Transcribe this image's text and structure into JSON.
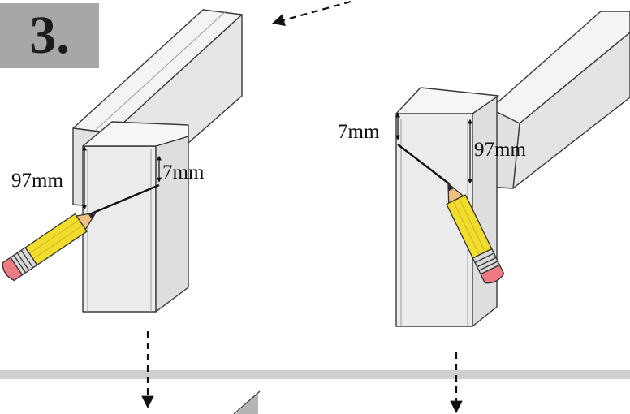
{
  "step": {
    "number": "3."
  },
  "left_figure": {
    "long_mark": "97mm",
    "short_mark": "7mm"
  },
  "right_figure": {
    "short_mark": "7mm",
    "long_mark": "97mm"
  },
  "colors": {
    "badge": "#a7a7a7",
    "beam_fill": "#eeeeee",
    "beam_stroke": "#3a3a3a",
    "divider": "#cfcfcf",
    "pencil_body": "#f2dc2c",
    "pencil_wood": "#f0c083",
    "pencil_eraser": "#ee7b83",
    "pencil_ferrule": "#d9d9d9"
  },
  "icons": [
    "pencil-icon",
    "arrow-down-icon",
    "arrow-dashed-icon"
  ]
}
